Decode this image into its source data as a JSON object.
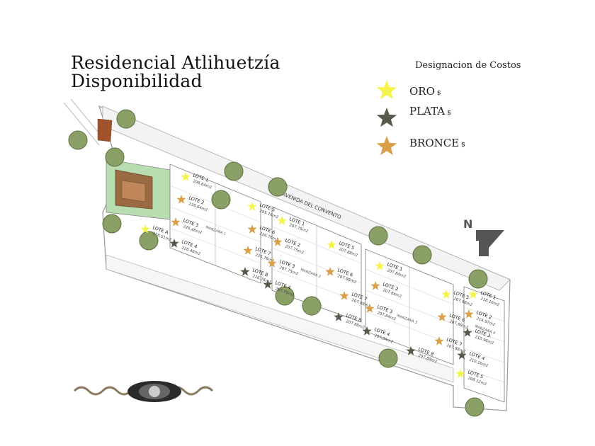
{
  "title": {
    "line1": "Residencial Atlihuetzía",
    "line2": "Disponibilidad"
  },
  "legend": {
    "title": "Designacion de Costos",
    "items": [
      {
        "label": "ORO",
        "currency": "$",
        "color": "#f4f44c"
      },
      {
        "label": "PLATA",
        "currency": "$",
        "color": "#555a4a"
      },
      {
        "label": "BRONCE",
        "currency": "$",
        "color": "#d9a04a"
      }
    ]
  },
  "map": {
    "street": "AVENIDA DEL CONVENTO",
    "north": "N",
    "blocks": [
      {
        "name": "MANZANA 1",
        "lots": [
          {
            "lote": "LOTE 1",
            "area": "295.64m2",
            "tier": "oro"
          },
          {
            "lote": "LOTE 2",
            "area": "226.64m2",
            "tier": "bronce"
          },
          {
            "lote": "LOTE 3",
            "area": "226.46m2",
            "tier": "bronce"
          },
          {
            "lote": "LOTE 4",
            "area": "226.46m2",
            "tier": "plata"
          },
          {
            "lote": "LOTE 5",
            "area": "295.16m2",
            "tier": "oro"
          },
          {
            "lote": "LOTE 6",
            "area": "226.76m2",
            "tier": "bronce"
          },
          {
            "lote": "LOTE 7",
            "area": "226.76m2",
            "tier": "bronce"
          },
          {
            "lote": "LOTE 8",
            "area": "226.76m2",
            "tier": "plata"
          },
          {
            "lote": "LOTE A",
            "area": "278.51m2",
            "tier": "oro"
          }
        ]
      },
      {
        "name": "MANZANA 2",
        "lots": [
          {
            "lote": "LOTE 1",
            "area": "207.75m2",
            "tier": "oro"
          },
          {
            "lote": "LOTE 2",
            "area": "207.75m2",
            "tier": "bronce"
          },
          {
            "lote": "LOTE 3",
            "area": "207.75m2",
            "tier": "bronce"
          },
          {
            "lote": "LOTE 4",
            "area": "207.75m2",
            "tier": "plata"
          },
          {
            "lote": "LOTE 5",
            "area": "207.88m2",
            "tier": "oro"
          },
          {
            "lote": "LOTE 6",
            "area": "207.88m2",
            "tier": "bronce"
          },
          {
            "lote": "LOTE 7",
            "area": "207.88m2",
            "tier": "bronce"
          },
          {
            "lote": "LOTE 8",
            "area": "207.88m2",
            "tier": "plata"
          }
        ]
      },
      {
        "name": "MANZANA 3",
        "lots": [
          {
            "lote": "LOTE 1",
            "area": "207.84m2",
            "tier": "oro"
          },
          {
            "lote": "LOTE 2",
            "area": "207.84m2",
            "tier": "bronce"
          },
          {
            "lote": "LOTE 3",
            "area": "207.84m2",
            "tier": "bronce"
          },
          {
            "lote": "LOTE 4",
            "area": "207.84m2",
            "tier": "plata"
          },
          {
            "lote": "LOTE 5",
            "area": "207.88m2",
            "tier": "oro"
          },
          {
            "lote": "LOTE 6",
            "area": "207.88m2",
            "tier": "bronce"
          },
          {
            "lote": "LOTE 7",
            "area": "207.88m2",
            "tier": "bronce"
          },
          {
            "lote": "LOTE 8",
            "area": "207.88m2",
            "tier": "plata"
          }
        ]
      },
      {
        "name": "MANZANA 4",
        "lots": [
          {
            "lote": "LOTE 1",
            "area": "218.16m2",
            "tier": "oro"
          },
          {
            "lote": "LOTE 2",
            "area": "214.97m2",
            "tier": "bronce"
          },
          {
            "lote": "LOTE 3",
            "area": "210.96m2",
            "tier": "plata"
          },
          {
            "lote": "LOTE 4",
            "area": "210.16m2",
            "tier": "plata"
          },
          {
            "lote": "LOTE 5",
            "area": "208.12m2",
            "tier": "oro"
          }
        ]
      }
    ]
  }
}
